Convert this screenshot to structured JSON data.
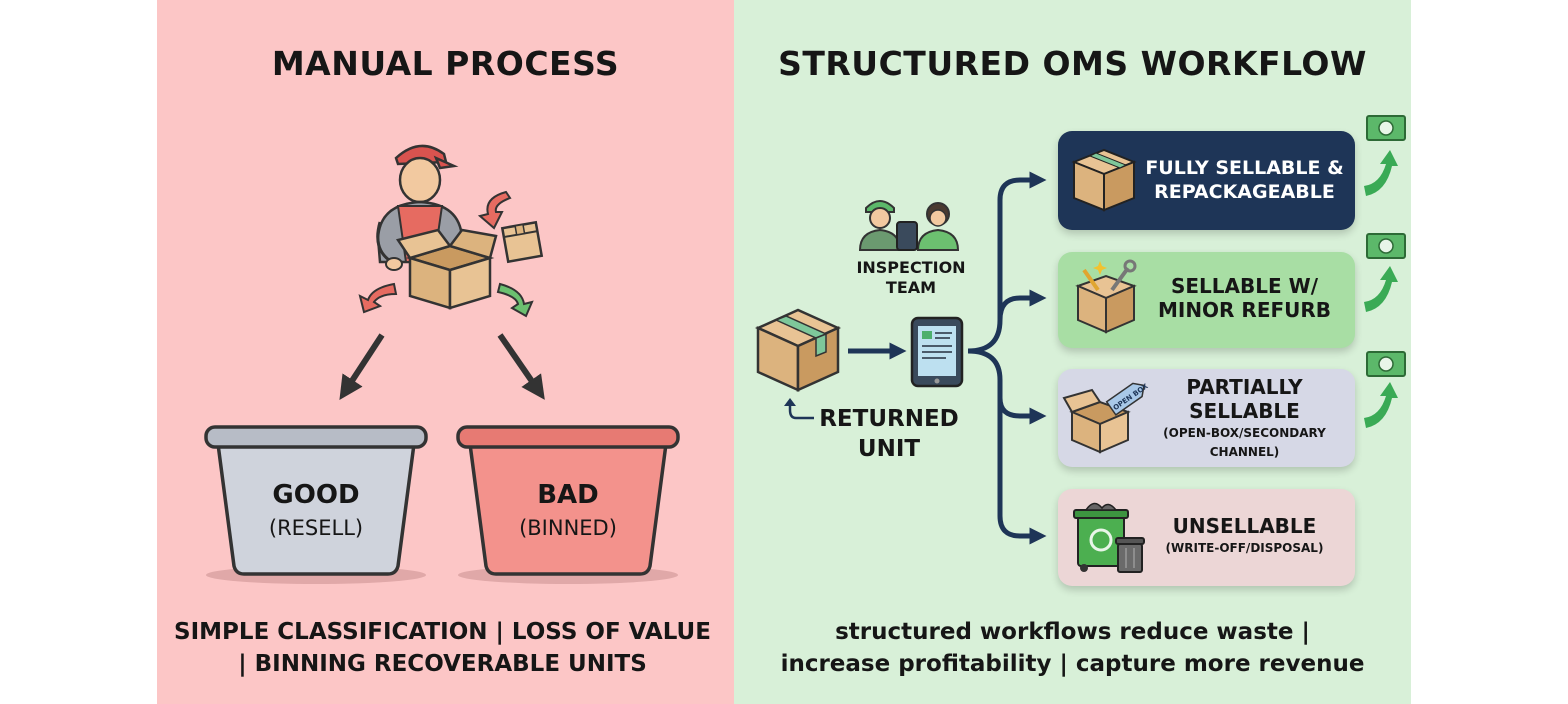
{
  "manual": {
    "title": "MANUAL PROCESS",
    "good_bin": {
      "label": "GOOD",
      "sub": "(RESELL)"
    },
    "bad_bin": {
      "label": "BAD",
      "sub": "(BINNED)"
    },
    "caption_line1": "SIMPLE CLASSIFICATION | LOSS OF VALUE",
    "caption_line2": "| BINNING RECOVERABLE UNITS"
  },
  "oms": {
    "title": "STRUCTURED OMS WORKFLOW",
    "inspection_line1": "INSPECTION",
    "inspection_line2": "TEAM",
    "returned_line1": "RETURNED",
    "returned_line2": "UNIT",
    "outcomes": [
      {
        "line1": "FULLY SELLABLE &",
        "line2": "REPACKAGEABLE",
        "sub1": "",
        "sub2": ""
      },
      {
        "line1": "SELLABLE W/",
        "line2": "MINOR REFURB",
        "sub1": "",
        "sub2": ""
      },
      {
        "line1": "PARTIALLY",
        "line2": "SELLABLE",
        "sub1": "(OPEN-BOX/SECONDARY",
        "sub2": "CHANNEL)"
      },
      {
        "line1": "UNSELLABLE",
        "line2": "",
        "sub1": "(WRITE-OFF/DISPOSAL)",
        "sub2": ""
      }
    ],
    "open_box_tag": "OPEN BOX",
    "caption_line1": "structured workflows reduce waste |",
    "caption_line2": "increase profitability | capture more revenue"
  },
  "icons": [
    "worker-icon",
    "box-icon",
    "bin-icon",
    "tablet-icon",
    "team-icon",
    "tools-icon",
    "tag-icon",
    "recycle-bin-icon",
    "trash-can-icon",
    "money-icon",
    "up-arrow-icon"
  ],
  "colors": {
    "left_bg": "#fcc6c6",
    "right_bg": "#d8f0d8",
    "navy": "#1e3557",
    "card_green": "#a8dea4",
    "card_gray": "#d6d8e6",
    "card_pink": "#ecd6d6",
    "box": "#dcb37e",
    "tape": "#7ec79a",
    "arrow_green": "#3aaa55"
  }
}
